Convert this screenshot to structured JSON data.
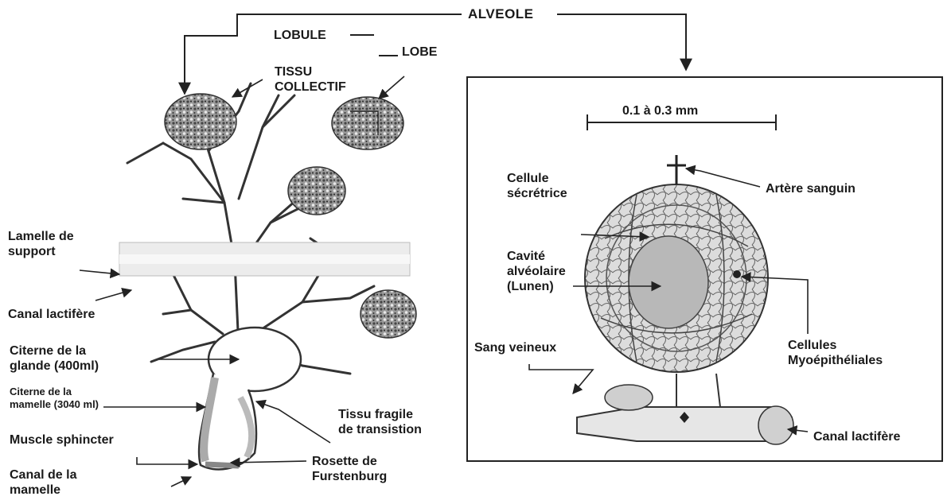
{
  "labels": {
    "alveole": "ALVEOLE",
    "lobule": "LOBULE",
    "lobe": "LOBE",
    "tissu_collectif": [
      "TISSU",
      "COLLECTIF"
    ],
    "lamelle_support": [
      "Lamelle de",
      "support"
    ],
    "canal_lactifere_left": "Canal lactifère",
    "citerne_glande": [
      "Citerne de la",
      "glande (400ml)"
    ],
    "citerne_mamelle": [
      "Citerne de la",
      "mamelle (3040 ml)"
    ],
    "muscle_sphincter": "Muscle sphincter",
    "canal_mamelle": [
      "Canal de la",
      "mamelle"
    ],
    "tissu_fragile": [
      "Tissu fragile",
      "de transistion"
    ],
    "rosette": [
      "Rosette de",
      "Furstenburg"
    ],
    "scale": "0.1 à 0.3 mm",
    "cellule_secretrice": [
      "Cellule",
      "sécrétrice"
    ],
    "artere": "Artère sanguin",
    "cavite": [
      "Cavité",
      "alvéolaire",
      "(Lunen)"
    ],
    "sang_veineux": "Sang veineux",
    "cellules_myo": [
      "Cellules",
      "Myoépithéliales"
    ],
    "canal_lactifere_right": "Canal lactifère"
  }
}
